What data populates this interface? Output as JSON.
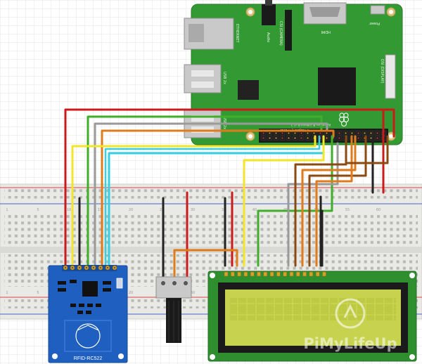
{
  "pi": {
    "ethernet_label": "ETHERNET",
    "audio_label": "Audio",
    "csi_label": "CSI (CAMERA)",
    "hdmi_label": "HDMI",
    "power_label": "Power",
    "usb_label": "USB 2x",
    "usb_label_2": "USB 2x",
    "dsi_label": "DSI (DISPLAY)",
    "model_label": "Raspberry Pi 3 Model B v1.2",
    "copyright_label": "© Raspberry Pi 2015"
  },
  "breadboard": {
    "col_labels": [
      "1",
      "5",
      "10",
      "15",
      "20",
      "25",
      "30",
      "35",
      "40",
      "45",
      "50",
      "55",
      "60"
    ]
  },
  "rfid": {
    "label": "RFID-RC522"
  },
  "watermark": {
    "text": "PiMyLifeUp"
  },
  "colors": {
    "pi_green": "#339933",
    "breadboard": "#e9e9e6",
    "rfid_blue": "#1f5fbf",
    "lcd_green": "#c7d34e",
    "wire_red": "#cc1a1a",
    "wire_green": "#3fae2a",
    "wire_gray": "#9a9a9a",
    "wire_orange": "#e07b1c",
    "wire_brown": "#8a4a12",
    "wire_yellow": "#f2e52a",
    "wire_cyan": "#38d0e0",
    "wire_black": "#222222"
  }
}
